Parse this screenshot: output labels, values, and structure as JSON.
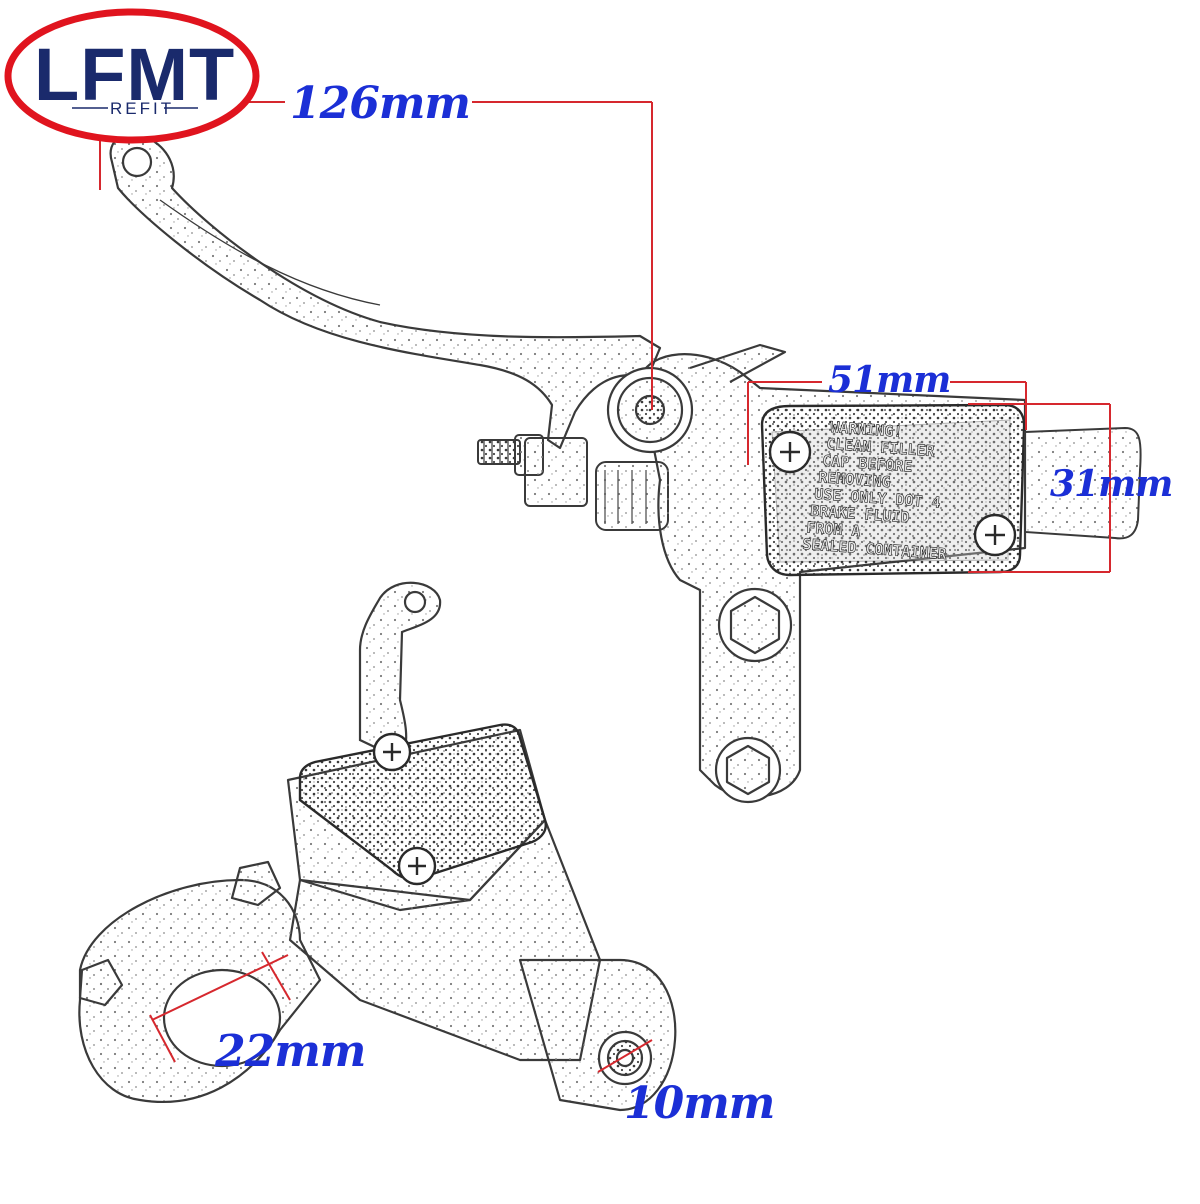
{
  "logo": {
    "text": "LFMT",
    "subtext": "REFIT",
    "text_color": "#1a2a6c",
    "ring_color": "#e0141e"
  },
  "dimensions": [
    {
      "id": "lever-length",
      "label": "126mm"
    },
    {
      "id": "reservoir-width",
      "label": "51mm"
    },
    {
      "id": "reservoir-height",
      "label": "31mm"
    },
    {
      "id": "clamp-diameter",
      "label": "22mm"
    },
    {
      "id": "outlet-thread",
      "label": "10mm"
    }
  ],
  "reservoir_cap_text": [
    "WARNING!",
    "CLEAN FILLER",
    "CAP BEFORE",
    "REMOVING",
    "USE ONLY DOT 4",
    "BRAKE FLUID",
    "FROM A",
    "SEALED CONTAINER"
  ],
  "colors": {
    "dimension_line": "#d6282e",
    "dimension_text": "#1b2fd6",
    "sketch_line": "#3a3a3a"
  }
}
